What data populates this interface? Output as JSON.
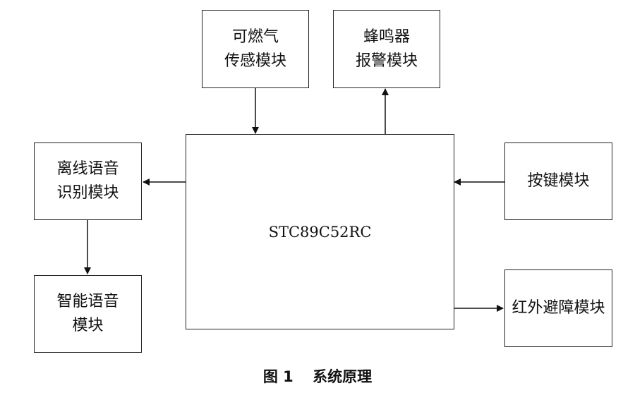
{
  "blocks": {
    "gas_sensor": {
      "lines": [
        "可燃气",
        "传感模块"
      ]
    },
    "buzzer": {
      "lines": [
        "蜂鸣器",
        "报警模块"
      ]
    },
    "mcu": {
      "label": "STC89C52RC"
    },
    "offline_voice": {
      "lines": [
        "离线语音",
        "识别模块"
      ]
    },
    "smart_voice": {
      "lines": [
        "智能语音",
        "模块"
      ]
    },
    "keys": {
      "lines": [
        "按键模块"
      ]
    },
    "ir_obstacle": {
      "lines": [
        "红外避障模块"
      ]
    }
  },
  "caption": {
    "number": "图 1",
    "title": "系统原理"
  }
}
